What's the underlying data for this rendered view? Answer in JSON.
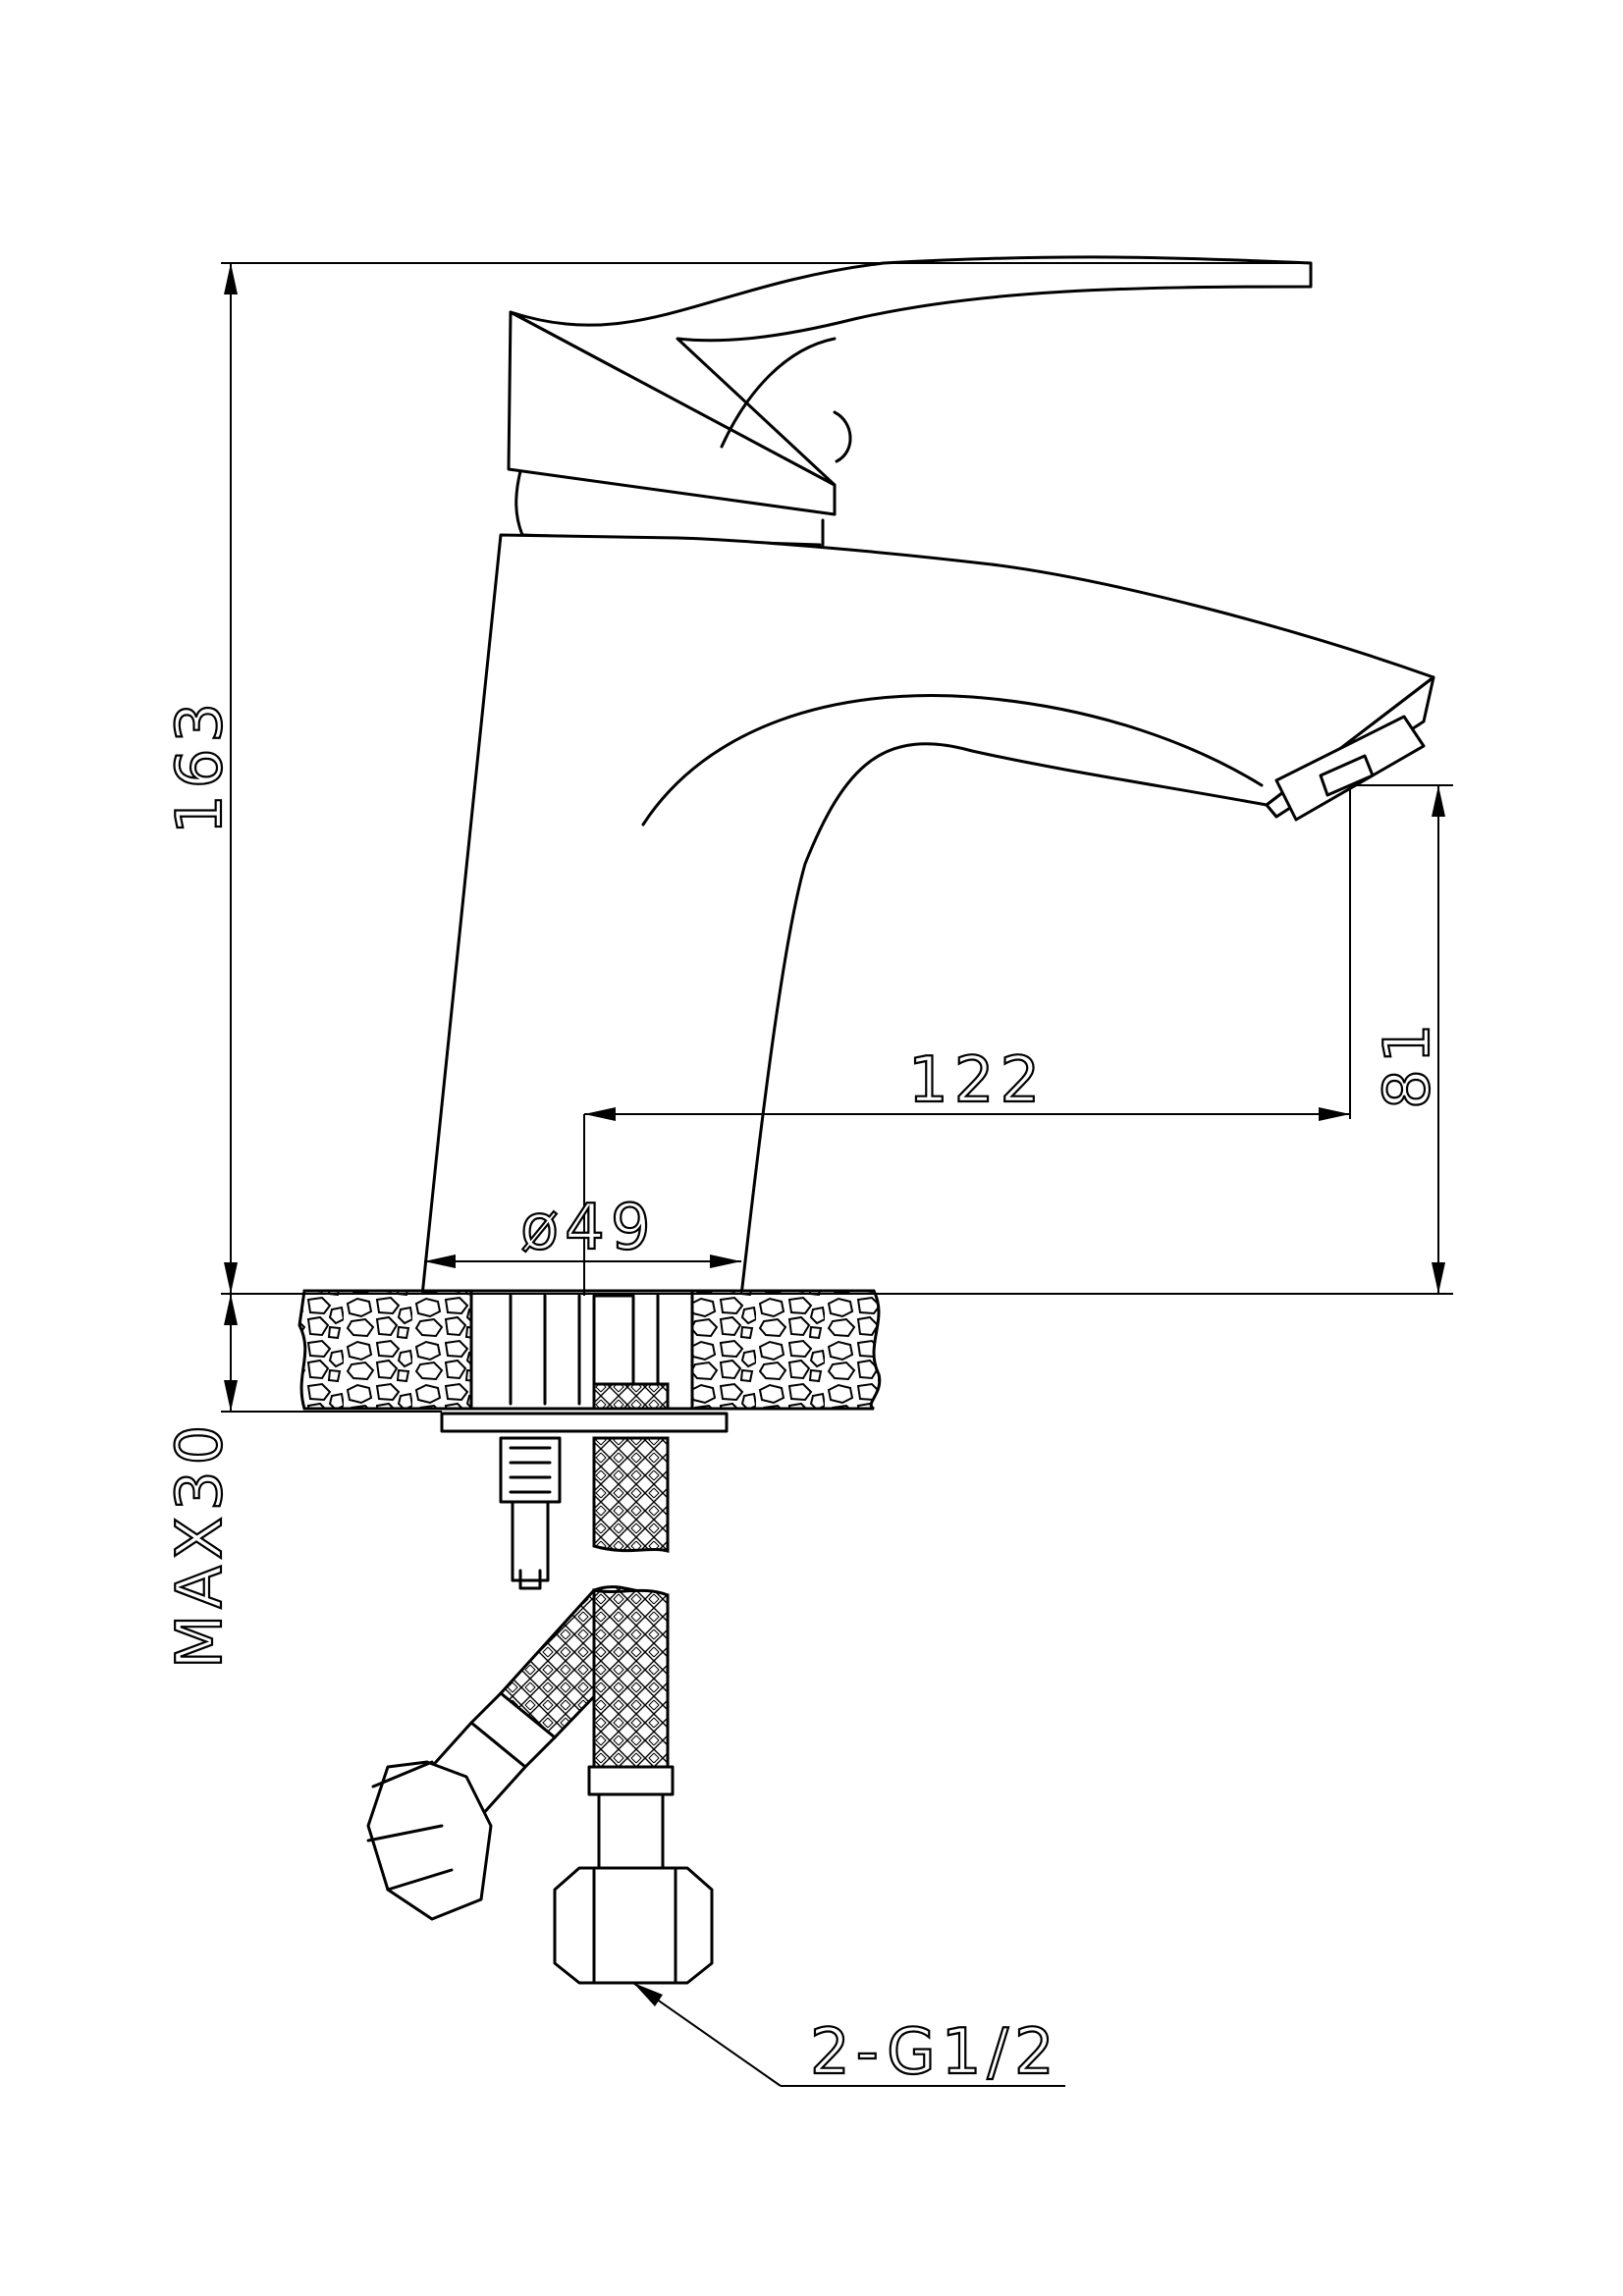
{
  "drawing": {
    "dimensions": {
      "overall_height": "163",
      "spout_reach": "122",
      "spout_clearance": "81",
      "base_diameter": "ø49",
      "mounting_thickness": "MAX30",
      "connection_spec": "2-G1/2"
    }
  }
}
